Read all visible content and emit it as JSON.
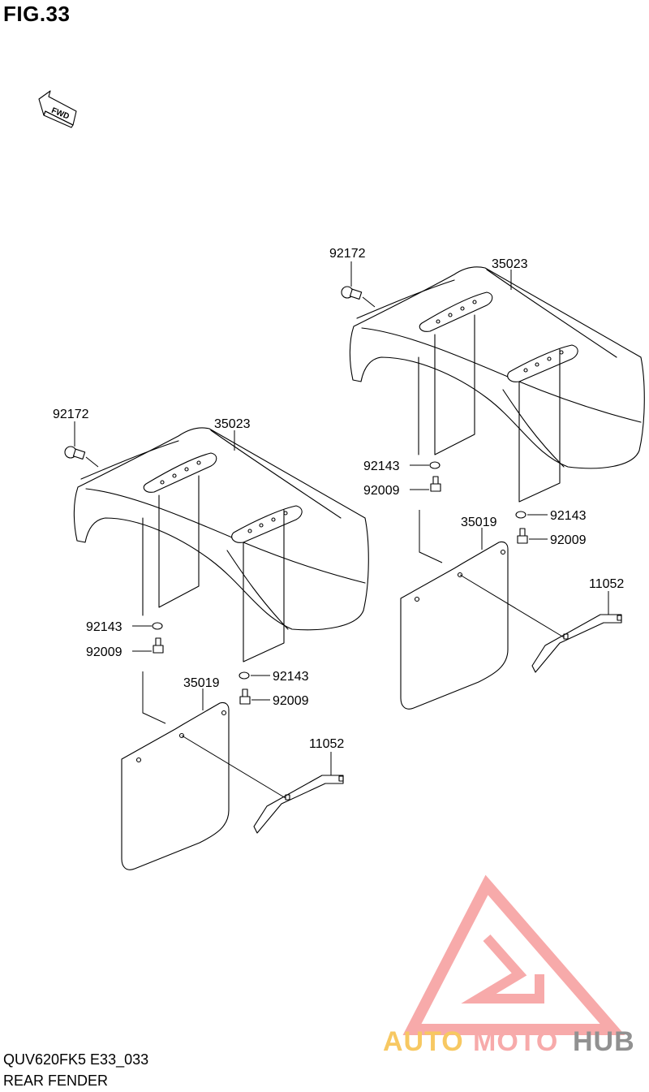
{
  "figure": {
    "title": "FIG.33",
    "model_code": "QUV620FK5 E33_033",
    "section_name": "REAR FENDER",
    "fwd_label": "FWD"
  },
  "parts": {
    "screw_a": "92172",
    "fender_a": "35023",
    "washer_a1": "92143",
    "bolt_a1": "92009",
    "washer_a2": "92143",
    "bolt_a2": "92009",
    "mudflap_a": "35019",
    "bracket_a": "11052",
    "screw_b": "92172",
    "fender_b": "35023",
    "washer_b1": "92143",
    "bolt_b1": "92009",
    "washer_b2": "92143",
    "bolt_b2": "92009",
    "mudflap_b": "35019",
    "bracket_b": "11052"
  },
  "watermark": {
    "word_1": "AUTO",
    "word_2": "MOTO",
    "word_3": "HUB",
    "color_1": "#f7c65a",
    "color_2": "#f7a6a6",
    "color_3": "#8c8c8c",
    "triangle_color": "#f7a6a6"
  }
}
